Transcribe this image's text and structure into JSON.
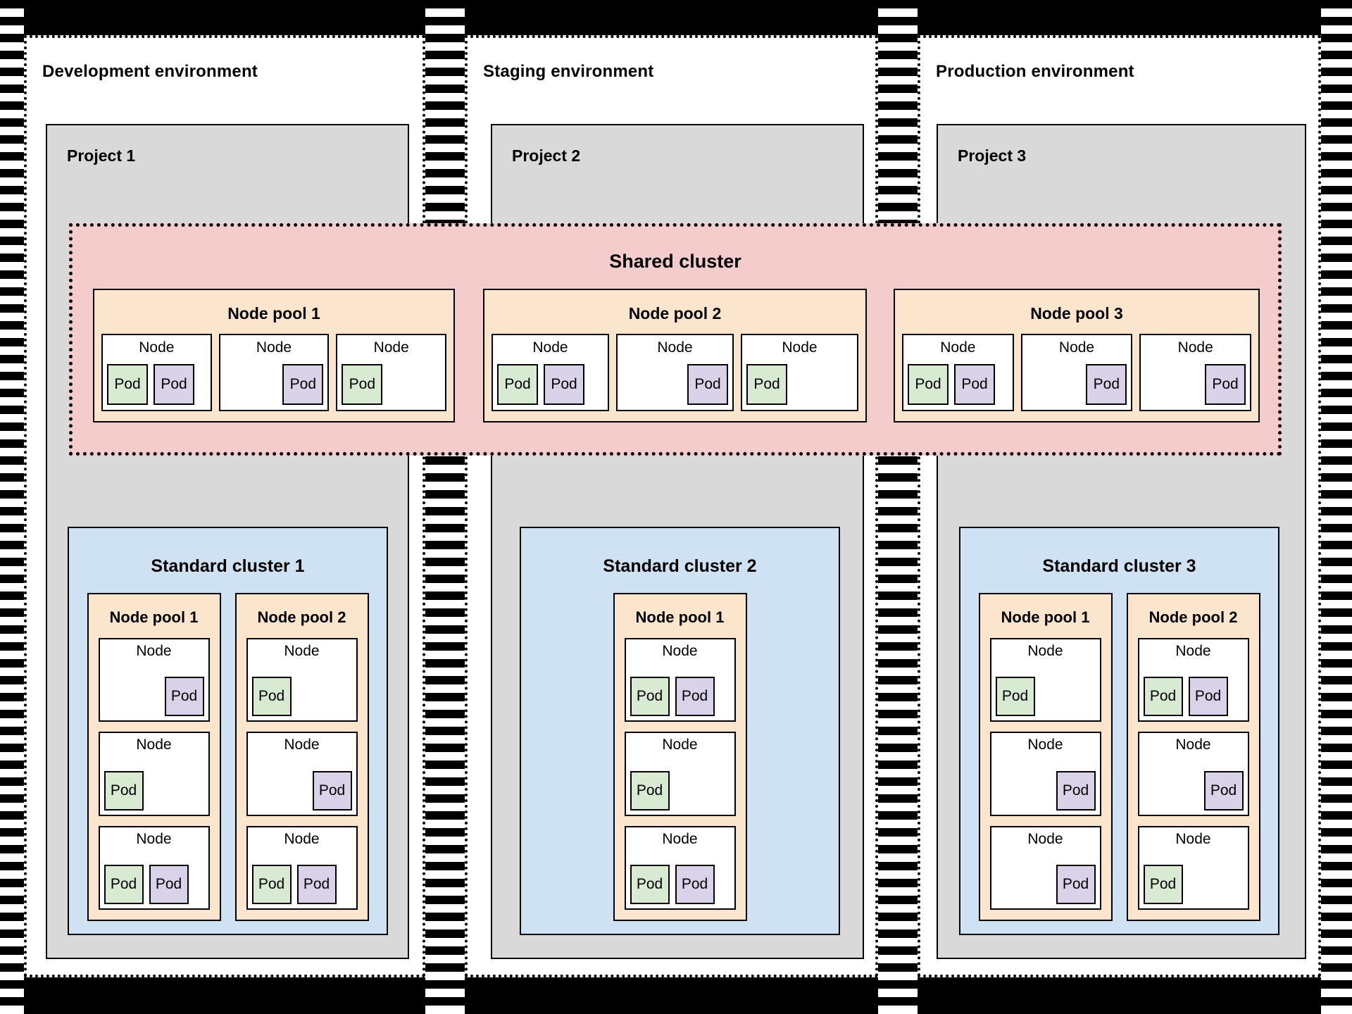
{
  "colors": {
    "project_fill": "#d9d9d9",
    "shared_cluster_fill": "#f4cccc",
    "standard_cluster_fill": "#cfe2f3",
    "node_pool_fill": "#fce5cd",
    "node_fill": "#ffffff",
    "pod_green": "#d9ead3",
    "pod_purple": "#d9d2e9",
    "stroke": "#000000"
  },
  "labels": {
    "node": "Node",
    "pod": "Pod"
  },
  "environments": [
    {
      "title": "Development environment",
      "project": {
        "title": "Project 1"
      },
      "standard_cluster": {
        "title": "Standard cluster 1",
        "node_pools": [
          {
            "title": "Node pool 1",
            "nodes": [
              {
                "label": "Node",
                "align": "right",
                "pods": [
                  "purple"
                ]
              },
              {
                "label": "Node",
                "align": "left",
                "pods": [
                  "green"
                ]
              },
              {
                "label": "Node",
                "align": "left",
                "pods": [
                  "green",
                  "purple"
                ]
              }
            ]
          },
          {
            "title": "Node pool 2",
            "nodes": [
              {
                "label": "Node",
                "align": "left",
                "pods": [
                  "green"
                ]
              },
              {
                "label": "Node",
                "align": "right",
                "pods": [
                  "purple"
                ]
              },
              {
                "label": "Node",
                "align": "left",
                "pods": [
                  "green",
                  "purple"
                ]
              }
            ]
          }
        ]
      }
    },
    {
      "title": "Staging environment",
      "project": {
        "title": "Project 2"
      },
      "standard_cluster": {
        "title": "Standard cluster 2",
        "node_pools": [
          {
            "title": "Node pool 1",
            "nodes": [
              {
                "label": "Node",
                "align": "left",
                "pods": [
                  "green",
                  "purple"
                ]
              },
              {
                "label": "Node",
                "align": "left",
                "pods": [
                  "green"
                ]
              },
              {
                "label": "Node",
                "align": "left",
                "pods": [
                  "green",
                  "purple"
                ]
              }
            ]
          }
        ]
      }
    },
    {
      "title": "Production environment",
      "project": {
        "title": "Project 3"
      },
      "standard_cluster": {
        "title": "Standard cluster 3",
        "node_pools": [
          {
            "title": "Node pool 1",
            "nodes": [
              {
                "label": "Node",
                "align": "left",
                "pods": [
                  "green"
                ]
              },
              {
                "label": "Node",
                "align": "right",
                "pods": [
                  "purple"
                ]
              },
              {
                "label": "Node",
                "align": "right",
                "pods": [
                  "purple"
                ]
              }
            ]
          },
          {
            "title": "Node pool 2",
            "nodes": [
              {
                "label": "Node",
                "align": "left",
                "pods": [
                  "green",
                  "purple"
                ]
              },
              {
                "label": "Node",
                "align": "right",
                "pods": [
                  "purple"
                ]
              },
              {
                "label": "Node",
                "align": "left",
                "pods": [
                  "green"
                ]
              }
            ]
          }
        ]
      }
    }
  ],
  "shared_cluster": {
    "title": "Shared cluster",
    "node_pools": [
      {
        "title": "Node pool 1",
        "nodes": [
          {
            "label": "Node",
            "align": "left",
            "pods": [
              "green",
              "purple"
            ]
          },
          {
            "label": "Node",
            "align": "right",
            "pods": [
              "purple"
            ]
          },
          {
            "label": "Node",
            "align": "left",
            "pods": [
              "green"
            ]
          }
        ]
      },
      {
        "title": "Node pool 2",
        "nodes": [
          {
            "label": "Node",
            "align": "left",
            "pods": [
              "green",
              "purple"
            ]
          },
          {
            "label": "Node",
            "align": "right",
            "pods": [
              "purple"
            ]
          },
          {
            "label": "Node",
            "align": "left",
            "pods": [
              "green"
            ]
          }
        ]
      },
      {
        "title": "Node pool 3",
        "nodes": [
          {
            "label": "Node",
            "align": "left",
            "pods": [
              "green",
              "purple"
            ]
          },
          {
            "label": "Node",
            "align": "right",
            "pods": [
              "purple"
            ]
          },
          {
            "label": "Node",
            "align": "right",
            "pods": [
              "purple"
            ]
          }
        ]
      }
    ]
  }
}
